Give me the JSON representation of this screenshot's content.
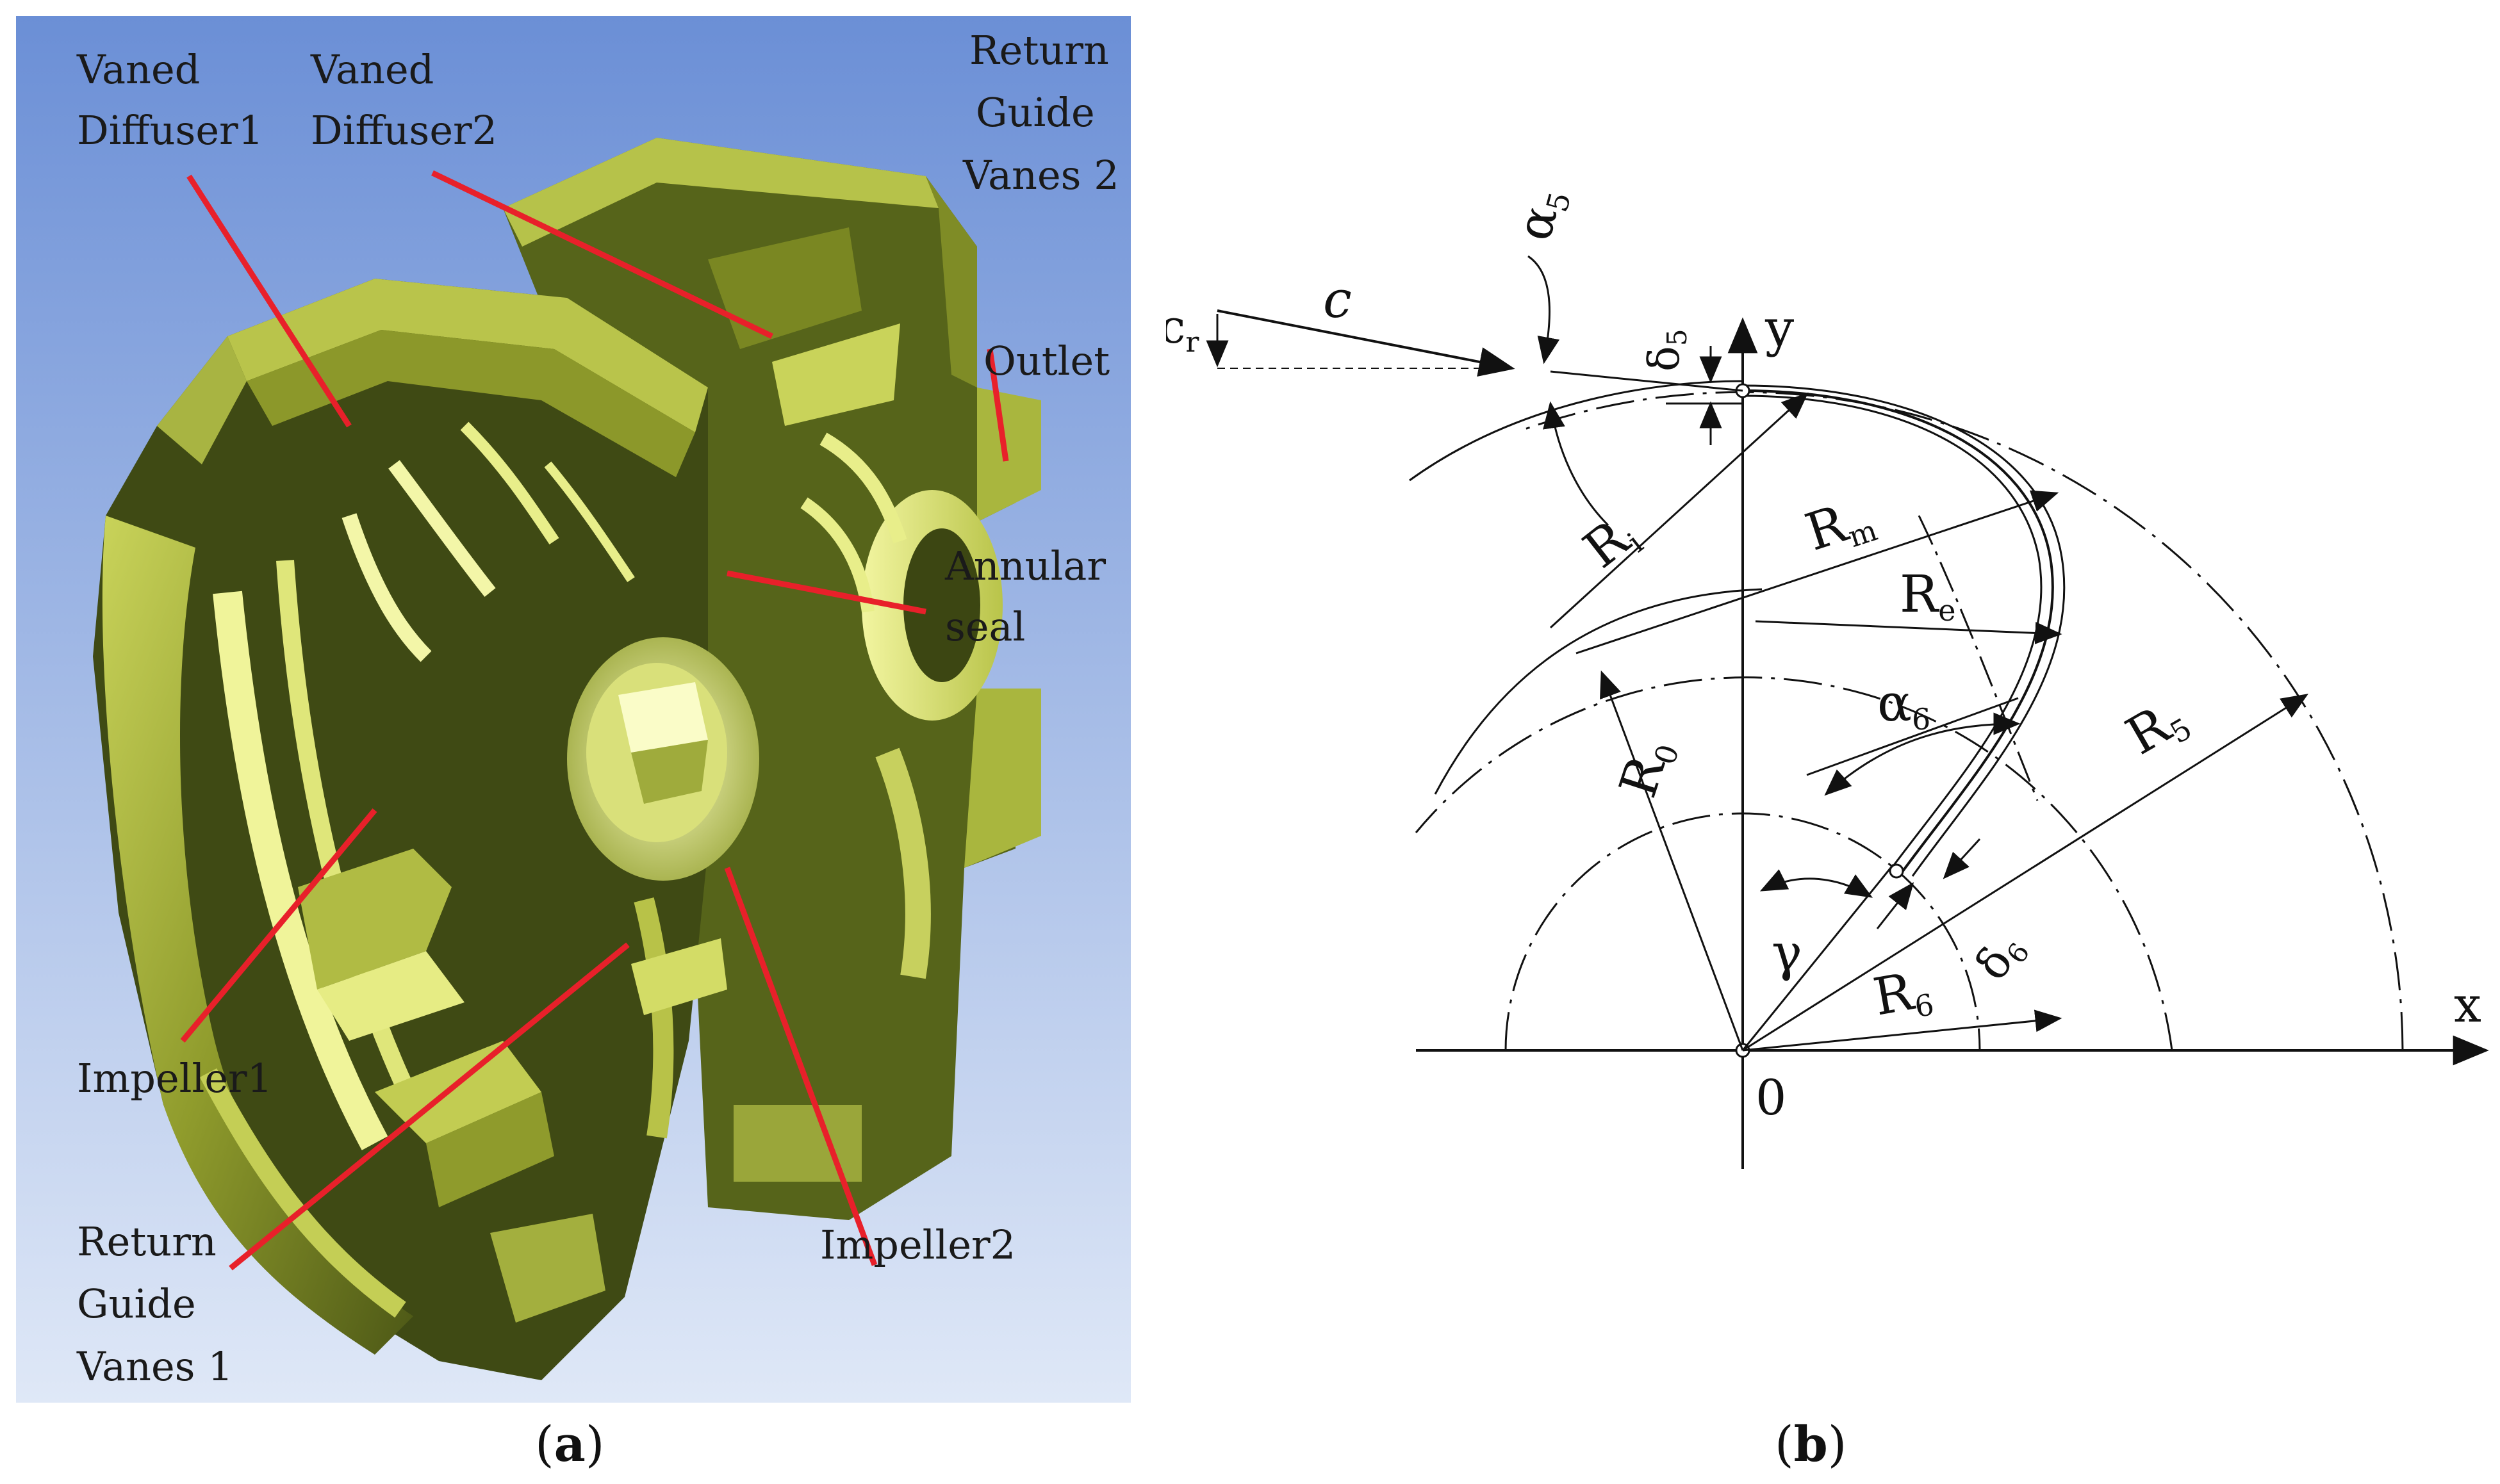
{
  "panel_a": {
    "labels": {
      "vaned_diffuser1": [
        "Vaned",
        "Diffuser1"
      ],
      "vaned_diffuser2": [
        "Vaned",
        "Diffuser2"
      ],
      "return_guide_vanes2": [
        "Return",
        "Guide",
        "Vanes 2"
      ],
      "outlet": "Outlet",
      "annular_seal": [
        "Annular",
        "seal"
      ],
      "impeller1": "Impeller1",
      "impeller2": "Impeller2",
      "return_guide_vanes1": [
        "Return",
        "Guide",
        "Vanes 1"
      ]
    },
    "caption_letter": "a"
  },
  "panel_b": {
    "symbols": {
      "c": "c",
      "cr_main": "c",
      "cr_sub": "r",
      "alpha5_main": "α",
      "alpha5_sub": "5",
      "delta5_main": "δ",
      "delta5_sub": "5",
      "y": "y",
      "x": "x",
      "origin": "0",
      "Ri_main": "R",
      "Ri_sub": "i",
      "Rm_main": "R",
      "Rm_sub": "m",
      "Re_main": "R",
      "Re_sub": "e",
      "R0_main": "R",
      "R0_sub": "0",
      "alpha6_main": "α",
      "alpha6_sub": "6",
      "R5_main": "R",
      "R5_sub": "5",
      "gamma": "γ",
      "delta6_main": "δ",
      "delta6_sub": "6",
      "R6_main": "R",
      "R6_sub": "6"
    },
    "caption_letter": "b"
  },
  "colors": {
    "leader": "#e8202a",
    "bg_top": "#6b8fd6",
    "bg_bottom": "#dfe8f7",
    "metal_light": "#d8e06a",
    "metal_mid": "#8e9a2a",
    "metal_dark": "#2f3a10"
  }
}
